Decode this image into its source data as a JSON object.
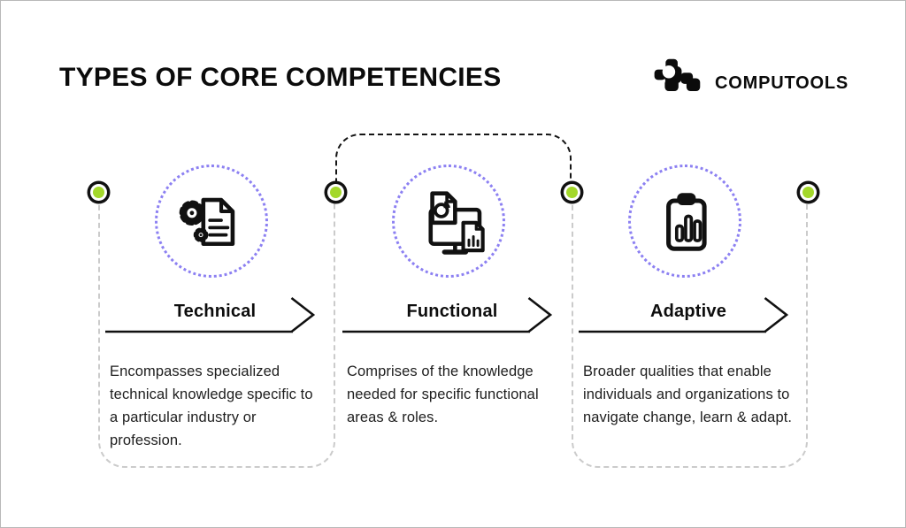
{
  "header": {
    "title": "TYPES OF CORE COMPETENCIES",
    "brand": "COMPUTOOLS"
  },
  "sections": [
    {
      "label": "Technical",
      "description": "Encompasses specialized\ntechnical knowledge specific to\na particular industry or\nprofession.",
      "icon": "gears-document-icon"
    },
    {
      "label": "Functional",
      "description": "Comprises of the knowledge\nneeded for specific functional\nareas & roles.",
      "icon": "monitor-files-icon"
    },
    {
      "label": "Adaptive",
      "description": "Broader qualities that enable\nindividuals and organizations to\nnavigate change, learn & adapt.",
      "icon": "clipboard-chart-icon"
    }
  ],
  "colors": {
    "accent_purple": "#8c80f2",
    "marker_green": "#a3d82a",
    "dash_gray": "#cbcbcb",
    "ink": "#111111"
  }
}
